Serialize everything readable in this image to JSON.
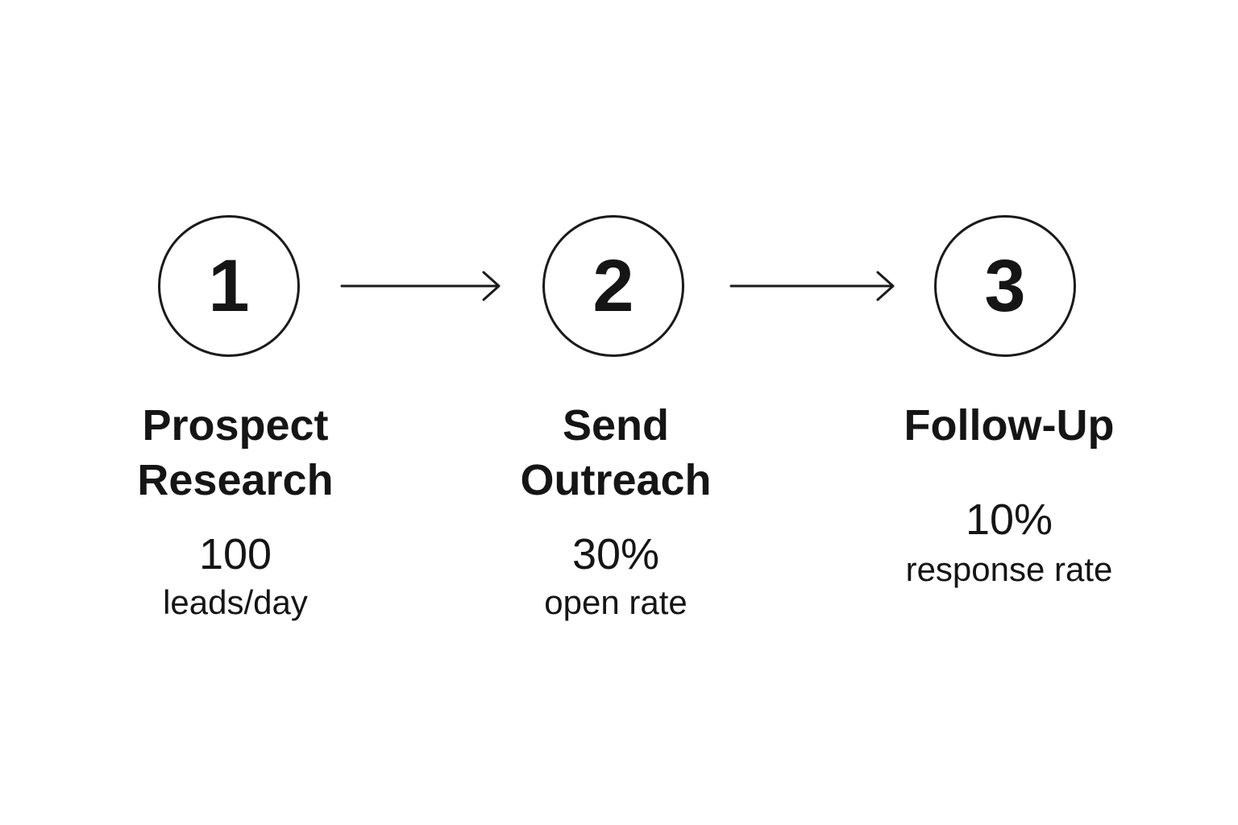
{
  "steps": [
    {
      "number": "1",
      "title_line1": "Prospect",
      "title_line2": "Research",
      "value": "100",
      "caption": "leads/day"
    },
    {
      "number": "2",
      "title_line1": "Send",
      "title_line2": "Outreach",
      "value": "30%",
      "caption": "open rate"
    },
    {
      "number": "3",
      "title_line1": "Follow-Up",
      "title_line2": "",
      "value": "10%",
      "caption": "response rate"
    }
  ],
  "icons": {
    "connector": "arrow-right-icon"
  },
  "colors": {
    "stroke": "#1a1a1a",
    "text": "#151515",
    "background": "#ffffff"
  }
}
